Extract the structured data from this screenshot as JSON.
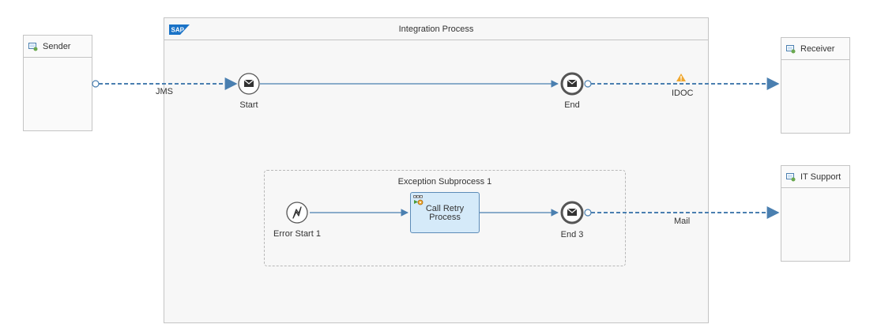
{
  "participants": {
    "sender": {
      "label": "Sender"
    },
    "receiver": {
      "label": "Receiver"
    },
    "it_support": {
      "label": "IT Support"
    }
  },
  "pool": {
    "title": "Integration Process",
    "logo": "SAP"
  },
  "events": {
    "start": {
      "label": "Start"
    },
    "end": {
      "label": "End"
    },
    "error_start": {
      "label": "Error Start 1"
    },
    "end3": {
      "label": "End 3"
    }
  },
  "subprocess": {
    "title": "Exception Subprocess 1"
  },
  "task": {
    "label_line1": "Call Retry",
    "label_line2": "Process"
  },
  "channels": {
    "jms": "JMS",
    "idoc": "IDOC",
    "mail": "Mail"
  },
  "icons": {
    "participant": "participant-icon",
    "warning": "warning-icon",
    "message": "envelope-icon",
    "error": "lightning-icon",
    "task": "process-call-icon"
  },
  "colors": {
    "flow": "#4a7fb0",
    "task_fill": "#d5eaf9",
    "warning": "#f0a830"
  }
}
